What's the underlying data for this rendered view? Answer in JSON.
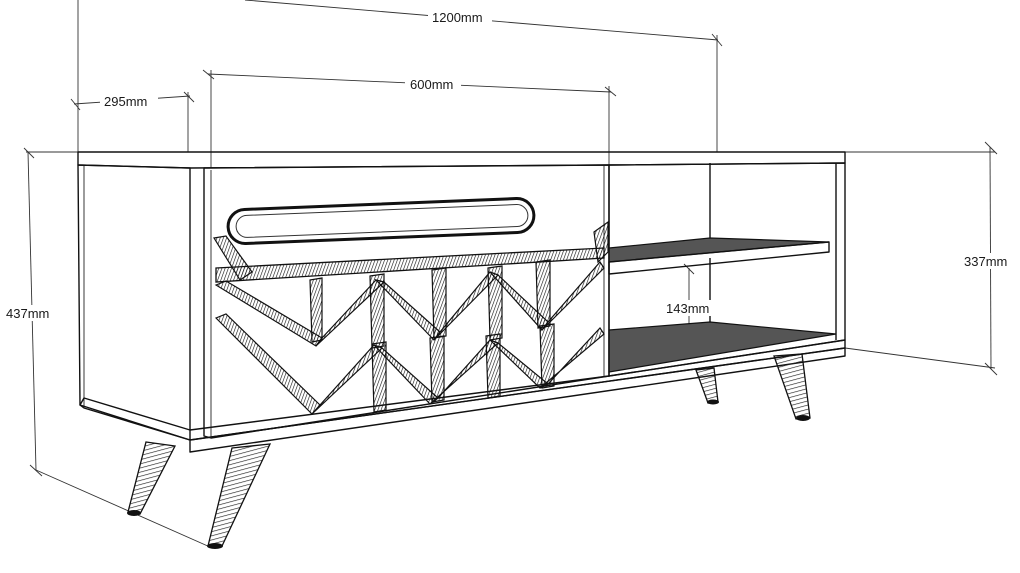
{
  "diagram": {
    "dimensions": {
      "overall_width": "1200mm",
      "door_width": "600mm",
      "depth": "295mm",
      "total_height": "437mm",
      "body_height": "337mm",
      "shelf_spacing": "143mm"
    }
  }
}
